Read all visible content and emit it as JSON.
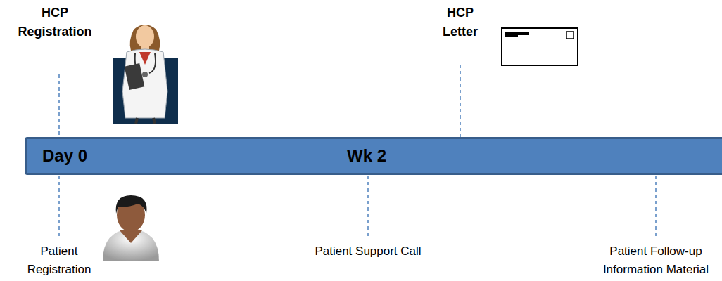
{
  "diagram": {
    "nodes": [
      {
        "text": [
          "Day 0",
          "Wk 2"
        ]
      }
    ],
    "labels": [
      "HCP Registration",
      "HCP Letter",
      "Patient Registration",
      "Patient Support Call",
      "Patient Follow-up Information Material"
    ]
  }
}
